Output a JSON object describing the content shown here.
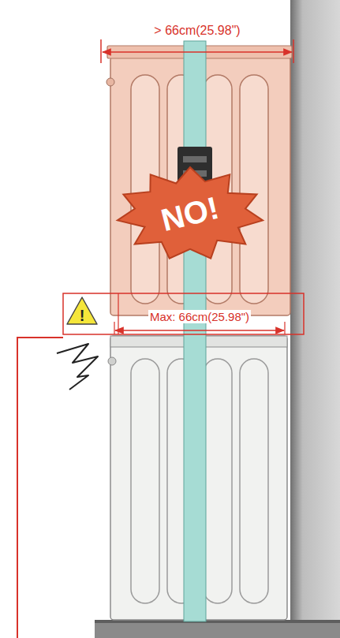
{
  "diagram": {
    "nodes": [
      {
        "text": [
          "NO!"
        ]
      },
      {
        "text": [
          "!"
        ]
      }
    ],
    "labels": [
      "> 66cm(25.98\")",
      "Max: 66cm(25.98\")"
    ]
  }
}
